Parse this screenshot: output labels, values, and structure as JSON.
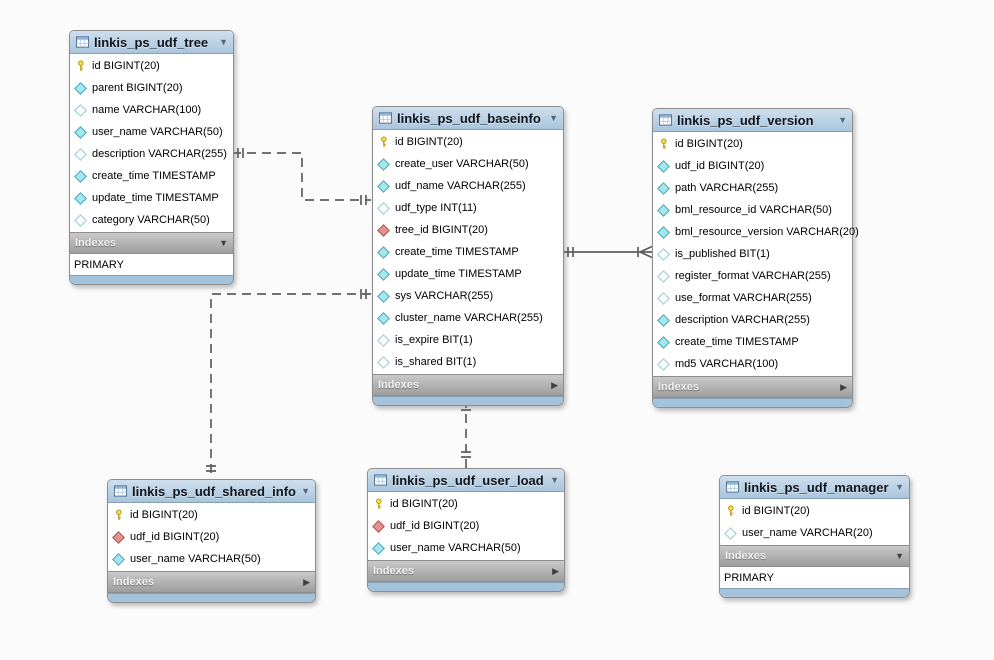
{
  "diagram": {
    "tool": "EER diagram",
    "icons": {
      "collapse": "▼",
      "expand": "▶"
    },
    "colors": {
      "canvas_bg": "#fbfbfb",
      "header_bg": "#b9cfe2",
      "indexes_bg": "#a8a8a8",
      "footer_bg": "#a4c2da",
      "connector": "#5e5e5e",
      "primary_key_icon": "#ffe14d",
      "not_null_icon": "#a6e6ef",
      "nullable_icon": "#ffffff",
      "foreign_key_icon": "#e29391"
    },
    "tables": [
      {
        "title": "linkis_ps_udf_tree",
        "columns": [
          {
            "icon": "primary-key",
            "text": "id BIGINT(20)"
          },
          {
            "icon": "not-null",
            "text": "parent BIGINT(20)"
          },
          {
            "icon": "nullable",
            "text": "name VARCHAR(100)"
          },
          {
            "icon": "not-null",
            "text": "user_name VARCHAR(50)"
          },
          {
            "icon": "nullable",
            "text": "description VARCHAR(255)"
          },
          {
            "icon": "not-null",
            "text": "create_time TIMESTAMP"
          },
          {
            "icon": "not-null",
            "text": "update_time TIMESTAMP"
          },
          {
            "icon": "nullable",
            "text": "category VARCHAR(50)"
          }
        ],
        "indexes_label": "Indexes",
        "indexes_expanded": true,
        "index_items": [
          "PRIMARY"
        ]
      },
      {
        "title": "linkis_ps_udf_baseinfo",
        "columns": [
          {
            "icon": "primary-key",
            "text": "id BIGINT(20)"
          },
          {
            "icon": "not-null",
            "text": "create_user VARCHAR(50)"
          },
          {
            "icon": "not-null",
            "text": "udf_name VARCHAR(255)"
          },
          {
            "icon": "nullable",
            "text": "udf_type INT(11)"
          },
          {
            "icon": "foreign-key",
            "text": "tree_id BIGINT(20)"
          },
          {
            "icon": "not-null",
            "text": "create_time TIMESTAMP"
          },
          {
            "icon": "not-null",
            "text": "update_time TIMESTAMP"
          },
          {
            "icon": "not-null",
            "text": "sys VARCHAR(255)"
          },
          {
            "icon": "not-null",
            "text": "cluster_name VARCHAR(255)"
          },
          {
            "icon": "nullable",
            "text": "is_expire BIT(1)"
          },
          {
            "icon": "nullable",
            "text": "is_shared BIT(1)"
          }
        ],
        "indexes_label": "Indexes",
        "indexes_expanded": false,
        "index_items": []
      },
      {
        "title": "linkis_ps_udf_version",
        "columns": [
          {
            "icon": "primary-key",
            "text": "id BIGINT(20)"
          },
          {
            "icon": "not-null",
            "text": "udf_id BIGINT(20)"
          },
          {
            "icon": "not-null",
            "text": "path VARCHAR(255)"
          },
          {
            "icon": "not-null",
            "text": "bml_resource_id VARCHAR(50)"
          },
          {
            "icon": "not-null",
            "text": "bml_resource_version VARCHAR(20)"
          },
          {
            "icon": "nullable",
            "text": "is_published BIT(1)"
          },
          {
            "icon": "nullable",
            "text": "register_format VARCHAR(255)"
          },
          {
            "icon": "nullable",
            "text": "use_format VARCHAR(255)"
          },
          {
            "icon": "not-null",
            "text": "description VARCHAR(255)"
          },
          {
            "icon": "not-null",
            "text": "create_time TIMESTAMP"
          },
          {
            "icon": "nullable",
            "text": "md5 VARCHAR(100)"
          }
        ],
        "indexes_label": "Indexes",
        "indexes_expanded": false,
        "index_items": []
      },
      {
        "title": "linkis_ps_udf_shared_info",
        "columns": [
          {
            "icon": "primary-key",
            "text": "id BIGINT(20)"
          },
          {
            "icon": "foreign-key",
            "text": "udf_id BIGINT(20)"
          },
          {
            "icon": "not-null",
            "text": "user_name VARCHAR(50)"
          }
        ],
        "indexes_label": "Indexes",
        "indexes_expanded": false,
        "index_items": []
      },
      {
        "title": "linkis_ps_udf_user_load",
        "columns": [
          {
            "icon": "primary-key",
            "text": "id BIGINT(20)"
          },
          {
            "icon": "foreign-key",
            "text": "udf_id BIGINT(20)"
          },
          {
            "icon": "not-null",
            "text": "user_name VARCHAR(50)"
          }
        ],
        "indexes_label": "Indexes",
        "indexes_expanded": false,
        "index_items": []
      },
      {
        "title": "linkis_ps_udf_manager",
        "columns": [
          {
            "icon": "primary-key",
            "text": "id BIGINT(20)"
          },
          {
            "icon": "nullable",
            "text": "user_name VARCHAR(20)"
          }
        ],
        "indexes_label": "Indexes",
        "indexes_expanded": true,
        "index_items": [
          "PRIMARY"
        ]
      }
    ],
    "relationships": [
      {
        "from": "linkis_ps_udf_tree",
        "to": "linkis_ps_udf_baseinfo",
        "line": "dashed",
        "from_end": "one-mandatory",
        "to_end": "one-mandatory"
      },
      {
        "from": "linkis_ps_udf_baseinfo",
        "to": "linkis_ps_udf_version",
        "line": "solid",
        "from_end": "one-mandatory",
        "to_end": "many"
      },
      {
        "from": "linkis_ps_udf_baseinfo",
        "to": "linkis_ps_udf_user_load",
        "line": "dashed",
        "from_end": "one-mandatory",
        "to_end": "one-mandatory"
      },
      {
        "from": "linkis_ps_udf_baseinfo",
        "to": "linkis_ps_udf_shared_info",
        "line": "dashed",
        "from_end": "one-mandatory",
        "to_end": "one-mandatory"
      }
    ]
  }
}
